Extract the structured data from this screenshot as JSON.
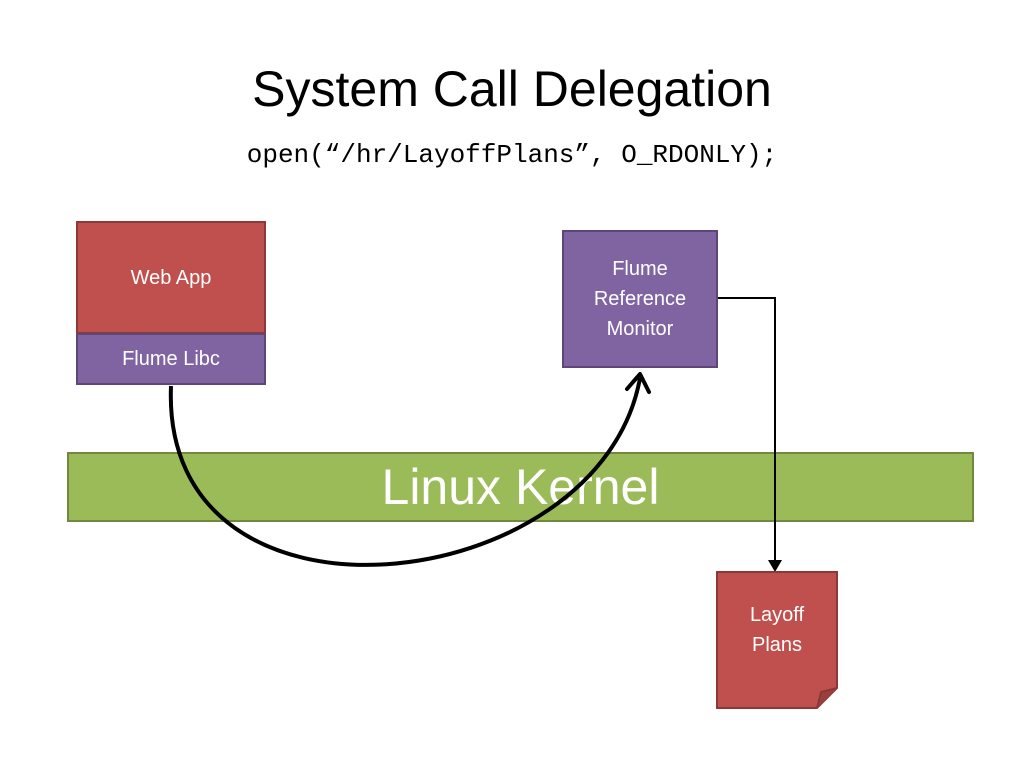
{
  "slide": {
    "title": "System Call Delegation",
    "subtitle": "open(“/hr/LayoffPlans”, O_RDONLY);"
  },
  "diagram": {
    "web_app": "Web App",
    "flume_libc": "Flume Libc",
    "reference_monitor": "Flume\nReference\nMonitor",
    "kernel": "Linux Kernel",
    "document": "Layoff\nPlans"
  },
  "colors": {
    "red_box": "#c0504d",
    "purple_box": "#8064a2",
    "kernel_bar": "#9bbb59"
  }
}
